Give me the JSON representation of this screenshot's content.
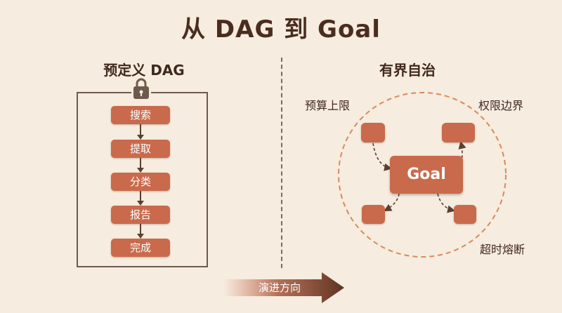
{
  "title": "从 DAG 到 Goal",
  "left": {
    "heading": "预定义 DAG",
    "steps": [
      "搜索",
      "提取",
      "分类",
      "报告",
      "完成"
    ]
  },
  "right": {
    "heading": "有界自治",
    "goal": "Goal",
    "constraints": {
      "budget": "预算上限",
      "permission": "权限边界",
      "timeout": "超时熔断"
    }
  },
  "direction": "演进方向",
  "colors": {
    "background": "#f6ecdf",
    "node": "#c96a4c",
    "text": "#3f281c",
    "dashed_circle": "#d98a5e"
  },
  "icons": {
    "lock": "lock-icon",
    "arrow": "arrow-right-icon"
  }
}
